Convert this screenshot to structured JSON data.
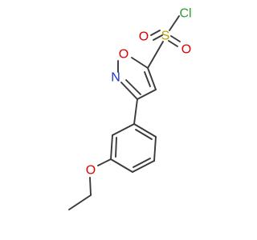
{
  "molecule": {
    "atoms": {
      "cl": {
        "label": "Cl",
        "color": "#2e9e2e"
      },
      "s": {
        "label": "S",
        "color": "#b8a000"
      },
      "o1": {
        "label": "O",
        "color": "#e00000"
      },
      "o2": {
        "label": "O",
        "color": "#e00000"
      },
      "o_ring": {
        "label": "O",
        "color": "#e00000"
      },
      "n": {
        "label": "N",
        "color": "#1f2fd6"
      },
      "o_ether": {
        "label": "O",
        "color": "#e00000"
      }
    },
    "bond_color": "#3a3a3a"
  }
}
